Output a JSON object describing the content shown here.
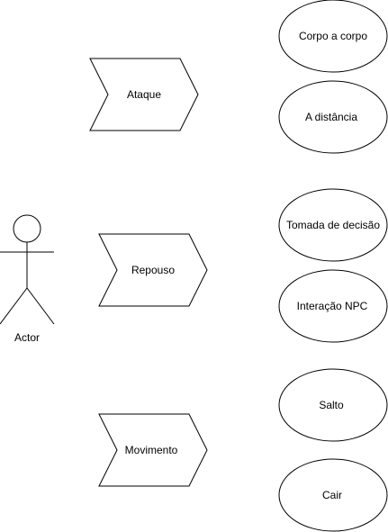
{
  "actor": {
    "label": "Actor"
  },
  "steps": [
    {
      "label": "Ataque"
    },
    {
      "label": "Repouso"
    },
    {
      "label": "Movimento"
    }
  ],
  "use_cases": [
    {
      "label": "Corpo a corpo"
    },
    {
      "label": "A distância"
    },
    {
      "label": "Tomada de decisão"
    },
    {
      "label": "Interação NPC"
    },
    {
      "label": "Salto"
    },
    {
      "label": "Cair"
    }
  ]
}
